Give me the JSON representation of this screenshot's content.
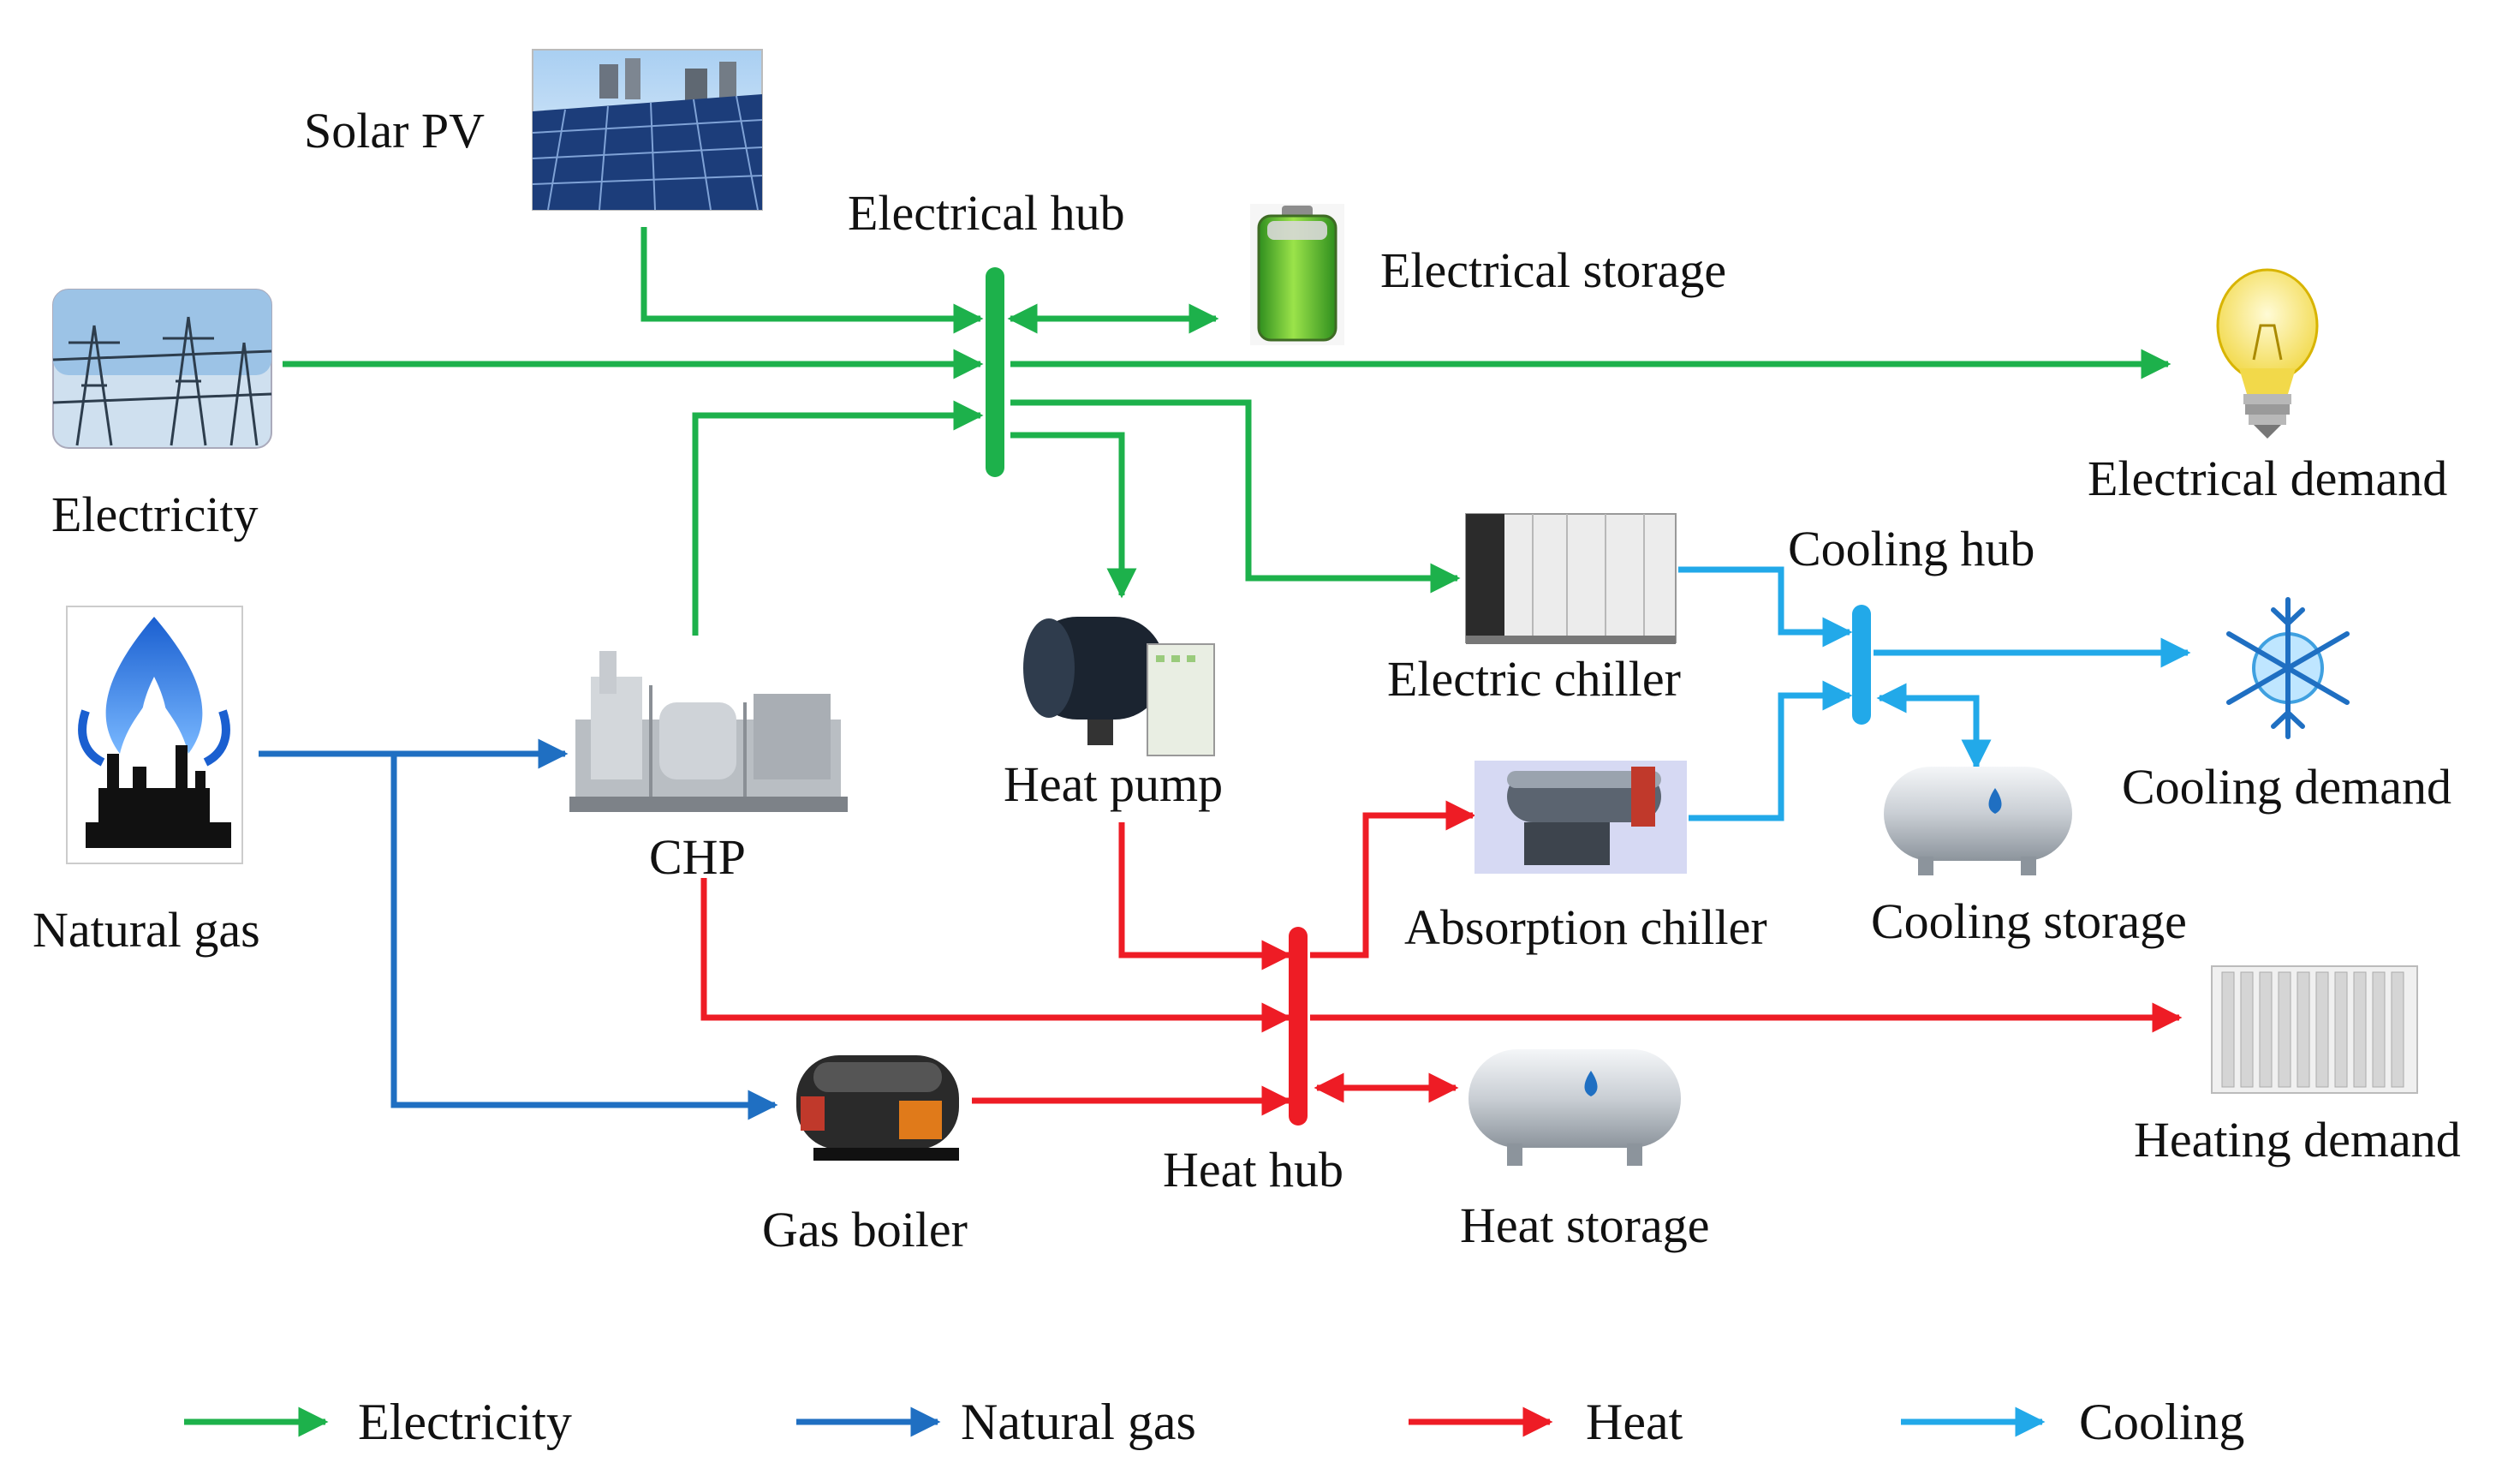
{
  "nodes": {
    "solar_pv": "Solar PV",
    "electricity_source": "Electricity",
    "natural_gas_source": "Natural gas",
    "electrical_hub": "Electrical hub",
    "electrical_storage": "Electrical storage",
    "electrical_demand": "Electrical demand",
    "chp": "CHP",
    "heat_pump": "Heat pump",
    "electric_chiller": "Electric chiller",
    "cooling_hub": "Cooling hub",
    "cooling_demand": "Cooling demand",
    "absorption_chiller": "Absorption chiller",
    "cooling_storage": "Cooling storage",
    "heating_demand": "Heating demand",
    "gas_boiler": "Gas boiler",
    "heat_hub": "Heat hub",
    "heat_storage": "Heat storage"
  },
  "legend": [
    {
      "label": "Electricity",
      "color": "#1db14b"
    },
    {
      "label": "Natural gas",
      "color": "#1f6fc2"
    },
    {
      "label": "Heat",
      "color": "#ee1c25"
    },
    {
      "label": "Cooling",
      "color": "#22a9e9"
    }
  ],
  "colors": {
    "electricity": "#1db14b",
    "natural_gas": "#1f6fc2",
    "heat": "#ee1c25",
    "cooling": "#22a9e9"
  }
}
